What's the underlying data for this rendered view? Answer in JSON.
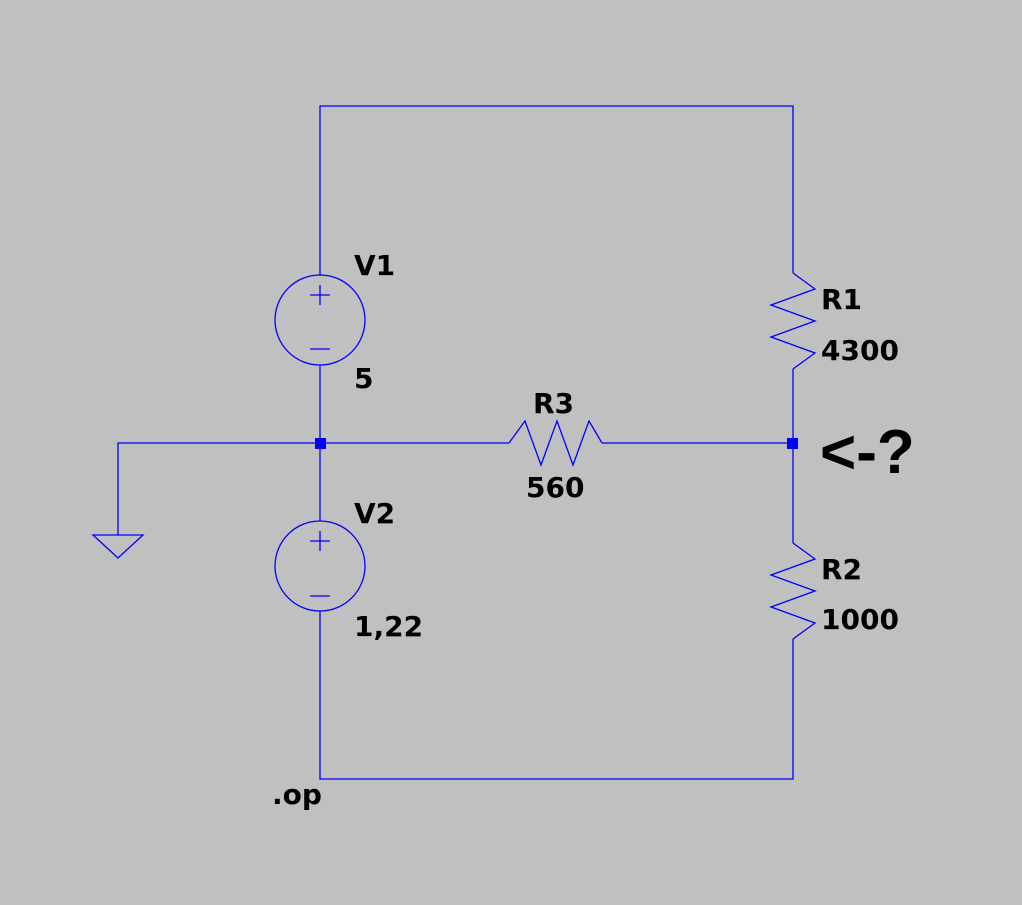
{
  "components": {
    "v1": {
      "name": "V1",
      "value": "5"
    },
    "v2": {
      "name": "V2",
      "value": "1,22"
    },
    "r1": {
      "name": "R1",
      "value": "4300"
    },
    "r2": {
      "name": "R2",
      "value": "1000"
    },
    "r3": {
      "name": "R3",
      "value": "560"
    }
  },
  "annotations": {
    "query": "<-?",
    "directive": ".op"
  },
  "colors": {
    "background": "#c0c0c0",
    "wire": "#0000ff",
    "text": "#000000"
  }
}
